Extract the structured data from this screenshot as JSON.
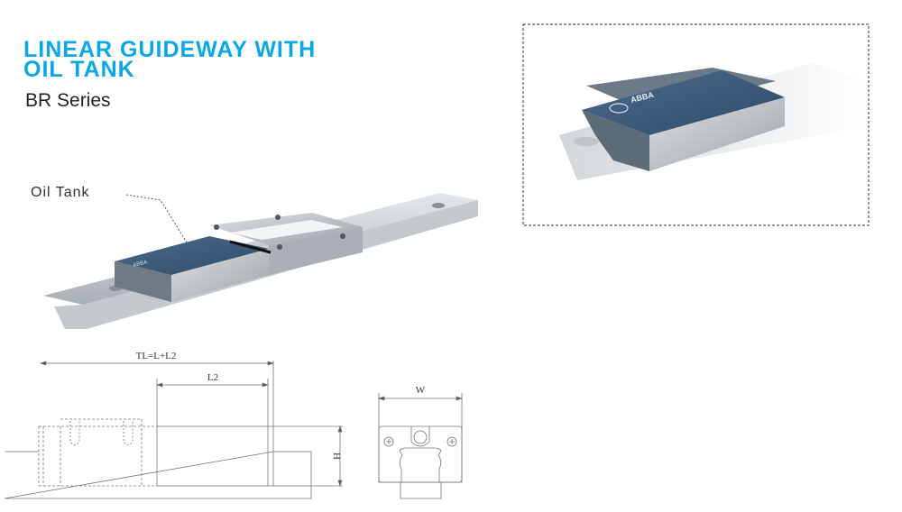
{
  "header": {
    "title_line1": "LINEAR GUIDEWAY WITH",
    "title_line2": "OIL TANK",
    "subtitle": "BR Series"
  },
  "product_image": {
    "callout_label": "Oil Tank",
    "brand_marking": "ABBA"
  },
  "dimension_drawing": {
    "total_length_label": "TL=L+L2",
    "oil_tank_length_label": "L2",
    "height_label": "H",
    "width_label": "W"
  },
  "colors": {
    "title": "#0aa8e8",
    "block_top": "#3f5d7c",
    "steel": "#b9bfc4"
  }
}
